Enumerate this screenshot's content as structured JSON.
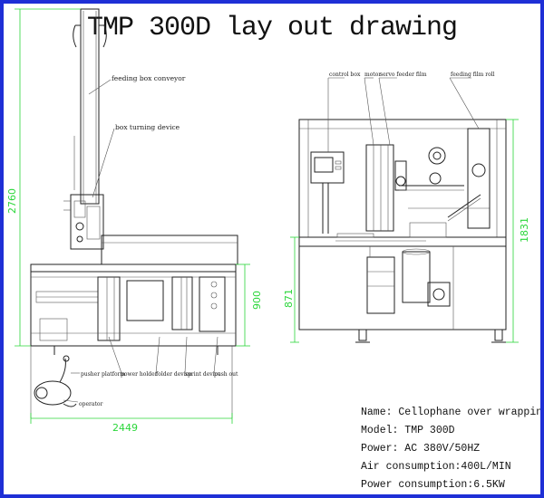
{
  "title": "TMP 300D lay out drawing",
  "labels": {
    "feeding_box_conveyor": "feeding box conveyor",
    "box_turning_device": "box turning device",
    "control_box": "control box",
    "motor": "motor",
    "servo_feeder_film": "servo feeder film",
    "feeding_film_roll": "feeding film roll",
    "pusher_platform": "pusher platform",
    "power_holder": "power holder",
    "folder_device": "folder device",
    "sprint_device": "sprint device",
    "push_out": "push out",
    "operator": "operator"
  },
  "dimensions": {
    "height_total": "2760",
    "height_table": "900",
    "width_total": "2449",
    "height_right_table": "871",
    "height_right_total": "1831"
  },
  "specs": {
    "name": "Name: Cellophane over wrapping machine",
    "model": "Model: TMP 300D",
    "power": "Power: AC 380V/50HZ",
    "air": "Air consumption:400L/MIN",
    "power_consumption": "Power consumption:6.5KW"
  },
  "colors": {
    "border": "#1e2fd6",
    "dimension": "#2bd63a",
    "line": "#222222"
  }
}
